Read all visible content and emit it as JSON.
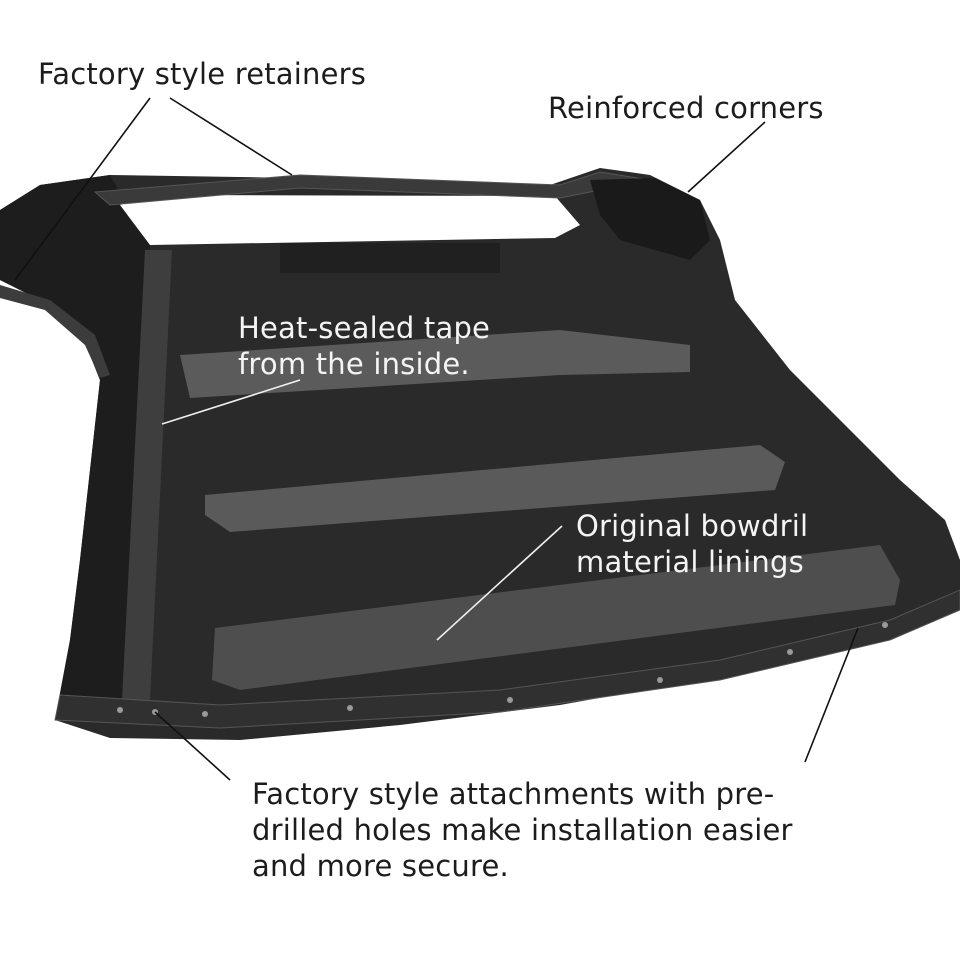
{
  "image": {
    "subject": "soft-top",
    "colors": {
      "background": "#ffffff",
      "fabric": "#2a2a2a",
      "fabric_dark": "#181818",
      "tape": "#5b5b5b",
      "lining": "#4e4e4e",
      "rail": "#303030",
      "callout_dark": "#1c1c1c",
      "callout_light": "#f4f4f4"
    }
  },
  "callouts": {
    "retainers": {
      "line1": "Factory style retainers"
    },
    "corners": {
      "line1": "Reinforced corners"
    },
    "tape": {
      "line1": "Heat-sealed tape",
      "line2": "from the inside."
    },
    "lining": {
      "line1": "Original bowdril",
      "line2": "material linings"
    },
    "attachments": {
      "line1": "Factory style attachments with pre-",
      "line2": "drilled holes make installation easier",
      "line3": "and more secure."
    }
  }
}
